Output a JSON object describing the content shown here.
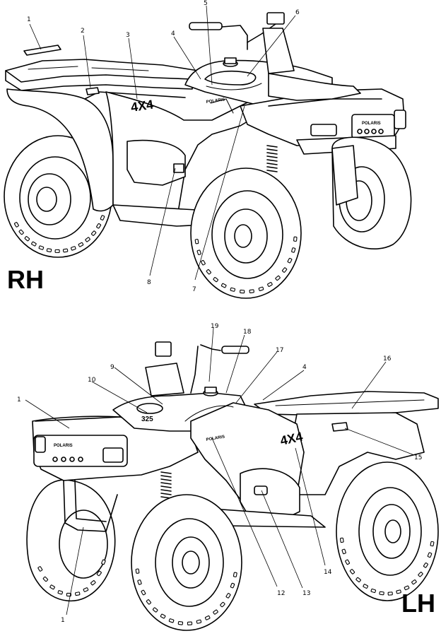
{
  "views": {
    "rh": {
      "side_label": "RH",
      "decal_4x4": "4X4",
      "brand": "POLARIS",
      "callouts": [
        "1",
        "2",
        "3",
        "4",
        "5",
        "6",
        "7",
        "8"
      ]
    },
    "lh": {
      "side_label": "LH",
      "decal_4x4": "4X4",
      "brand": "POLARIS",
      "model_badge": "325",
      "callouts": [
        "1",
        "1",
        "4",
        "9",
        "10",
        "12",
        "13",
        "14",
        "15",
        "16",
        "17",
        "18",
        "19"
      ]
    }
  }
}
